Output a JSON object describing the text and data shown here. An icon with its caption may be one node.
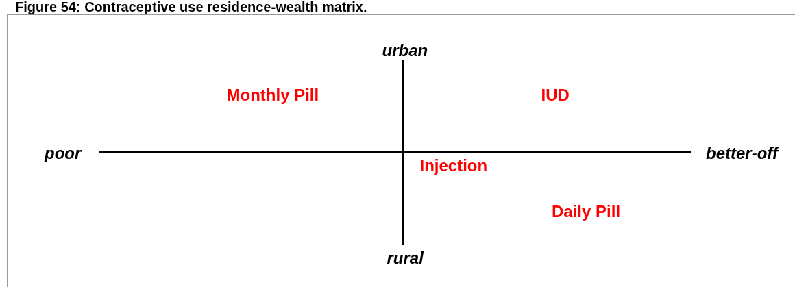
{
  "diagram": {
    "title": "Figure 54: Contraceptive use residence-wealth matrix.",
    "labels": [
      "urban",
      "Monthly Pill",
      "IUD",
      "poor",
      "better-off",
      "Injection",
      "Daily Pill",
      "rural"
    ]
  }
}
